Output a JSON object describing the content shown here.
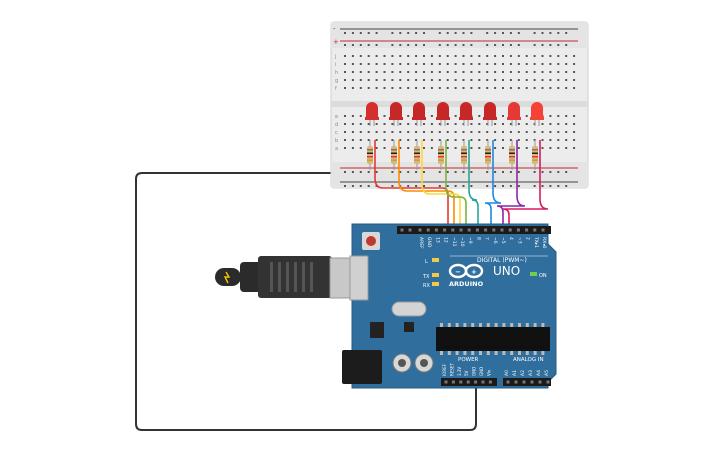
{
  "breadboard": {
    "rail_plus": "+",
    "rail_minus": "-",
    "top_row_letters": [
      "j",
      "i",
      "h",
      "g",
      "f"
    ],
    "bottom_row_letters": [
      "e",
      "d",
      "c",
      "b",
      "a"
    ]
  },
  "leds": {
    "count": 8,
    "colors": [
      "#d32f2f",
      "#c62828",
      "#c62828",
      "#c62828",
      "#c62828",
      "#c62828",
      "#e53935",
      "#f44336"
    ]
  },
  "wires": {
    "colors": [
      "#e53935",
      "#fb8c00",
      "#fdd835",
      "#7cb342",
      "#26a69a",
      "#1e88e5",
      "#8e24aa",
      "#d81b60"
    ]
  },
  "arduino": {
    "brand": "ARDUINO",
    "model": "UNO",
    "digital_label": "DIGITAL (PWM~)",
    "power_label": "POWER",
    "analog_label": "ANALOG IN",
    "on_label": "ON",
    "led_l": "L",
    "led_tx": "TX",
    "led_rx": "RX",
    "digital_pins": [
      "AREF",
      "GND",
      "13",
      "12",
      "~11",
      "~10",
      "~9",
      "8",
      "7",
      "~6",
      "~5",
      "4",
      "~3",
      "2",
      "TX▸1",
      "RX◂0"
    ],
    "power_pins": [
      "IOREF",
      "RESET",
      "3.3V",
      "5V",
      "GND",
      "GND",
      "Vin"
    ],
    "analog_pins": [
      "A0",
      "A1",
      "A2",
      "A3",
      "A4",
      "A5"
    ]
  },
  "colors": {
    "board": "#2f6e9d",
    "breadboard": "#ececec",
    "usb": "#2b2b2b",
    "ground_wire": "#333333"
  }
}
